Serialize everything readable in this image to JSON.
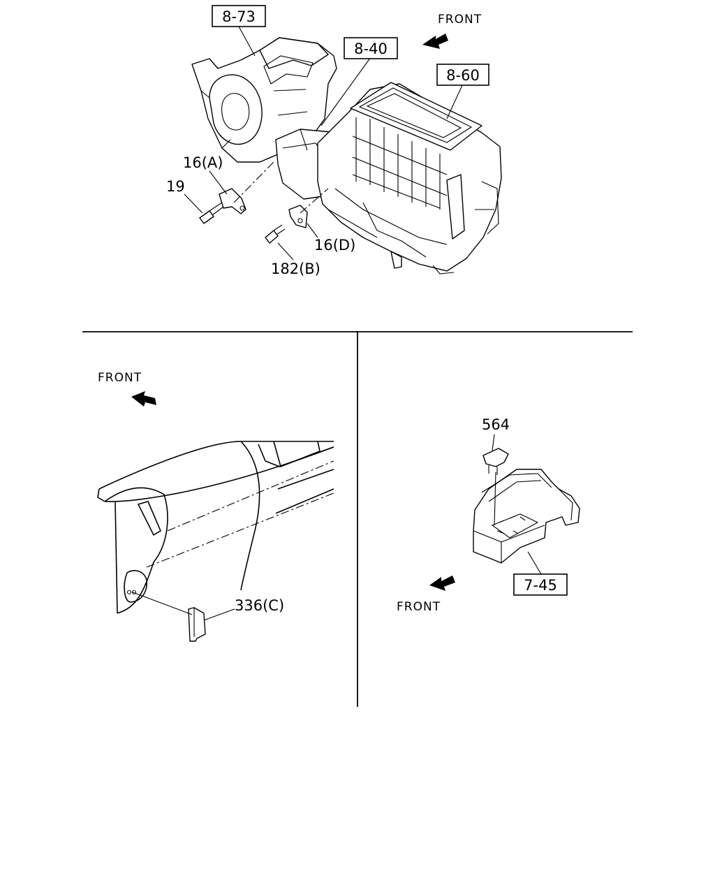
{
  "top": {
    "ref_8_73": "8-73",
    "ref_8_40": "8-40",
    "ref_8_60": "8-60",
    "front": "FRONT",
    "part_16a": "16(A)",
    "part_19": "19",
    "part_16d": "16(D)",
    "part_182b": "182(B)"
  },
  "bottom_left": {
    "front": "FRONT",
    "part_336c": "336(C)"
  },
  "bottom_right": {
    "part_564": "564",
    "ref_7_45": "7-45",
    "front": "FRONT"
  }
}
